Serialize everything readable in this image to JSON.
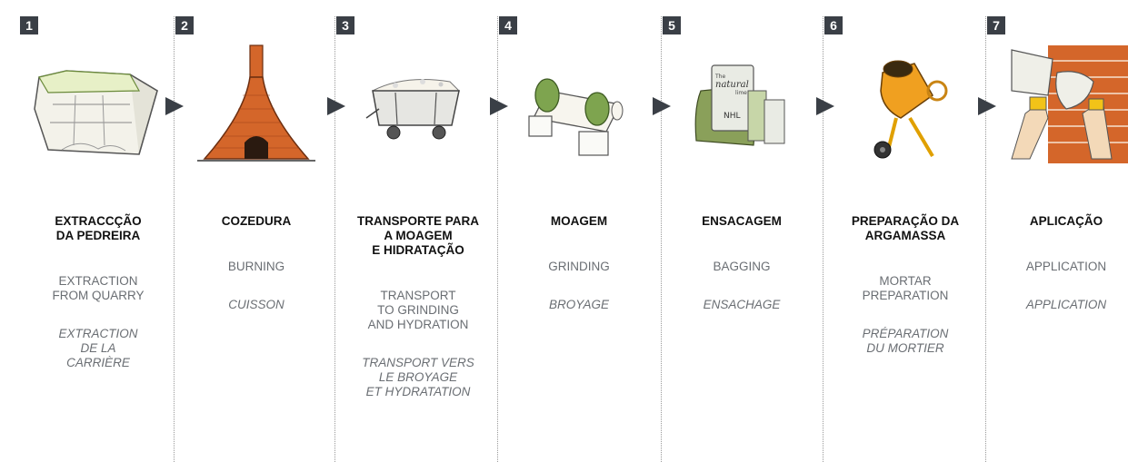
{
  "steps": [
    {
      "number": "1",
      "title": "EXTRACCÇÃO\nDA PEDREIRA",
      "en": "EXTRACTION\nFROM QUARRY",
      "fr": "EXTRACTION\nDE LA\nCARRIÈRE",
      "icon": "quarry-icon"
    },
    {
      "number": "2",
      "title": "COZEDURA",
      "en": "BURNING",
      "fr": "CUISSON",
      "icon": "kiln-icon"
    },
    {
      "number": "3",
      "title": "TRANSPORTE PARA\nA MOAGEM\nE HIDRATAÇÃO",
      "en": "TRANSPORT\nTO GRINDING\nAND HYDRATION",
      "fr": "TRANSPORT VERS\nLE BROYAGE\nET HYDRATATION",
      "icon": "mine-cart-icon"
    },
    {
      "number": "4",
      "title": "MOAGEM",
      "en": "GRINDING",
      "fr": "BROYAGE",
      "icon": "grinding-mill-icon"
    },
    {
      "number": "5",
      "title": "ENSACAGEM",
      "en": "BAGGING",
      "fr": "ENSACHAGE",
      "icon": "lime-bags-icon",
      "bag_text": [
        "The",
        "natural",
        "lime",
        "NHL"
      ]
    },
    {
      "number": "6",
      "title": "PREPARAÇÃO DA\nARGAMASSA",
      "en": "MORTAR\nPREPARATION",
      "fr": "PRÉPARATION\nDU MORTIER",
      "icon": "cement-mixer-icon"
    },
    {
      "number": "7",
      "title": "APLICAÇÃO",
      "en": "APPLICATION",
      "fr": "APPLICATION",
      "icon": "trowel-wall-icon"
    }
  ],
  "colors": {
    "badge": "#3a3f46",
    "secondary_text": "#6a6e73",
    "brick": "#d4662a",
    "mill_green": "#7ea44f",
    "mixer_orange": "#f0a020"
  }
}
